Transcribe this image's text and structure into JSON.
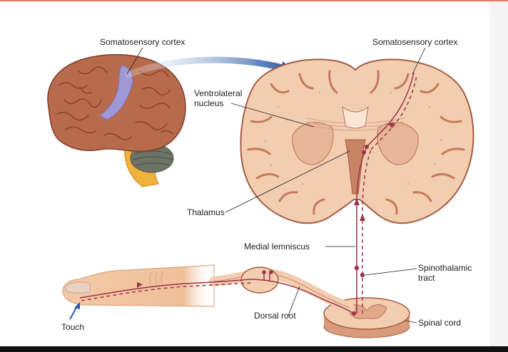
{
  "labels": {
    "somatosensory_cortex_left": "Somatosensory cortex",
    "somatosensory_cortex_right": "Somatosensory cortex",
    "ventrolateral_line1": "Ventrolateral",
    "ventrolateral_line2": "nucleus",
    "thalamus": "Thalamus",
    "medial_lemniscus": "Medial lemniscus",
    "spinothalamic_line1": "Spinothalamic",
    "spinothalamic_line2": "tract",
    "dorsal_root": "Dorsal root",
    "spinal_cord": "Spinal cord",
    "touch": "Touch"
  },
  "colors": {
    "brain_surface": "#b86a4c",
    "cortex_highlight": "#9f97d6",
    "section_tissue": "#f2cdb0",
    "white_matter": "#d79a7a",
    "pathway": "#9b3448",
    "arrow_blue": "#2a5aa8",
    "cerebellum": "#6d7466",
    "brainstem": "#f1b23b",
    "finger_skin": "#f0c09a"
  }
}
